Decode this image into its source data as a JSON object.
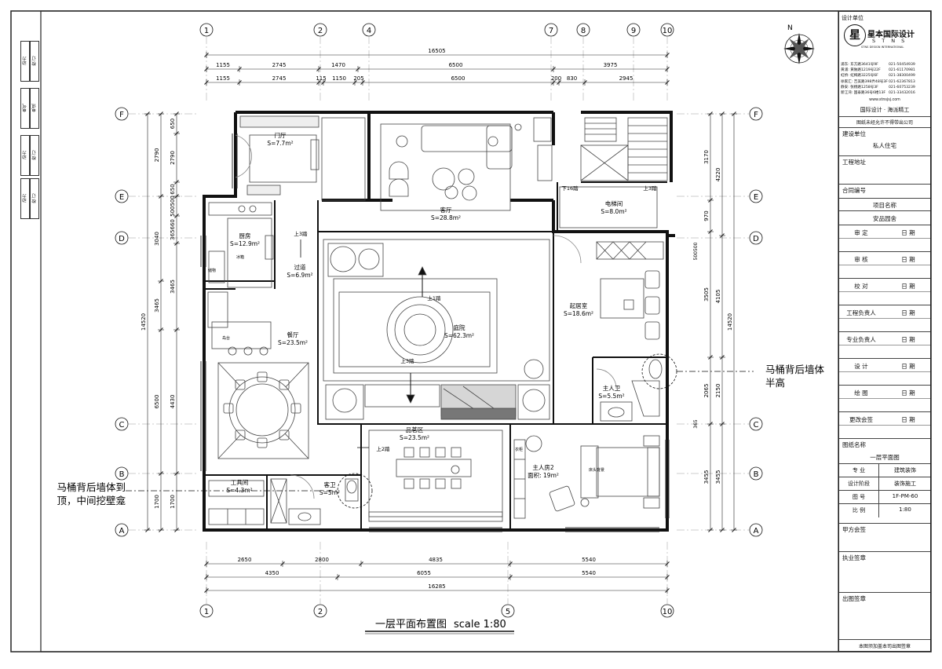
{
  "drawing": {
    "title": "一层平面布置图",
    "scale": "scale  1:80",
    "north_icon": "compass-north-icon",
    "north_label": "N",
    "grid_top": [
      "1",
      "2",
      "4",
      "7",
      "8",
      "9",
      "10"
    ],
    "grid_bottom": [
      "1",
      "2",
      "5",
      "10"
    ],
    "grid_left": [
      "F",
      "E",
      "D",
      "C",
      "B",
      "A"
    ],
    "grid_right": [
      "F",
      "E",
      "D",
      "C",
      "B",
      "A"
    ],
    "dims_top_total": "16505",
    "dims_top_row1": [
      "1155",
      "2745",
      "1470",
      "6500",
      "3975"
    ],
    "dims_top_row2": [
      "1155",
      "2745",
      "115",
      "1150",
      "205",
      "6500",
      "200",
      "830",
      "2945"
    ],
    "dims_bottom_row1": [
      "2650",
      "2800",
      "4835",
      "5540"
    ],
    "dims_bottom_row2": [
      "4350",
      "6055",
      "5540"
    ],
    "dims_bottom_total": "16285",
    "dims_left_total": "14520",
    "dims_left_outer": [
      "2790",
      "3040",
      "3465",
      "6500",
      "1700"
    ],
    "dims_left_inner": [
      "650",
      "2790",
      "650",
      "500500",
      "365660",
      "3465",
      "4430",
      "1700"
    ],
    "dims_right_total": "14520",
    "dims_right_outer": [
      "3170",
      "4220",
      "970",
      "3505",
      "4105",
      "2150",
      "2065",
      "3455",
      "3455"
    ],
    "dims_right_small": [
      "500500",
      "365"
    ],
    "rooms": [
      {
        "name": "门厅",
        "area": "S=7.7m²"
      },
      {
        "name": "客厅",
        "area": "S=28.8m²"
      },
      {
        "name": "电梯间",
        "area": "S=8.0m²"
      },
      {
        "name": "厨房",
        "area": "S=12.9m²"
      },
      {
        "name": "过道",
        "area": "S=6.9m²"
      },
      {
        "name": "庭院",
        "area": "S=62.3m²"
      },
      {
        "name": "起居室",
        "area": "S=18.6m²"
      },
      {
        "name": "餐厅",
        "area": "S=23.5m²"
      },
      {
        "name": "主人卫",
        "area": "S=5.5m²"
      },
      {
        "name": "品茗区",
        "area": "S=23.5m²"
      },
      {
        "name": "主人房2",
        "area": "面积: 19m²"
      },
      {
        "name": "工具间",
        "area": "S=4.3m²"
      },
      {
        "name": "客卫",
        "area": "S=5m²"
      }
    ],
    "step_labels": [
      "上3踏",
      "上1踏",
      "上3踏",
      "上2踏",
      "下16踏",
      "上3踏"
    ],
    "small_labels": [
      "岛台",
      "储物",
      "冰箱",
      "衣柜",
      "床头背景"
    ],
    "callouts": [
      {
        "text": "马桶背后墙体半高"
      },
      {
        "text": "马桶背后墙体到顶，中间挖壁龛"
      }
    ]
  },
  "title_block": {
    "design_unit_label": "设计单位",
    "logo_mark": "星",
    "company_name": "星本国际设计",
    "company_en": "S T N S",
    "tagline": "STNS  DESIGN  INTERNATIONAL",
    "addresses": [
      {
        "city": "浦东: 东方路3641号9F",
        "tel": "021-50454939"
      },
      {
        "city": "黄浦: 黄陂路1219号22F",
        "tel": "021-61170981"
      },
      {
        "city": "虹桥: 虹梅路3225号6F",
        "tel": "021-38300499"
      },
      {
        "city": "徐家汇: 吉美路398弄48号3F",
        "tel": "021-62367813"
      },
      {
        "city": "静安: 张杨路1258号3F",
        "tel": "021-60753239"
      },
      {
        "city": "新江湾: 国泰路36号6楼13F",
        "tel": "021-33432016"
      }
    ],
    "website": "www.stnsjsj.com",
    "brand_line": "国际设计 · 海派精工",
    "copyright": "图纸未经允许不得带出公司",
    "client_label": "建设单位",
    "client_value": "私人住宅",
    "project_address_label": "工程地址",
    "contract_no_label": "合同编号",
    "project_name_label": "项目名称",
    "project_name_value": "安品园舍",
    "sign_rows": [
      {
        "label": "审 定",
        "date": "日 期"
      },
      {
        "label": "审 核",
        "date": "日 期"
      },
      {
        "label": "校 对",
        "date": "日 期"
      },
      {
        "label": "工程负责人",
        "date": "日 期"
      },
      {
        "label": "专业负责人",
        "date": "日 期"
      },
      {
        "label": "设 计",
        "date": "日 期"
      },
      {
        "label": "绘 图",
        "date": "日 期"
      },
      {
        "label": "更改会签",
        "date": "日 期"
      }
    ],
    "drawing_name_label": "图纸名称",
    "drawing_name_value": "一层平面图",
    "specs": [
      {
        "label": "专 业",
        "value": "建筑装饰"
      },
      {
        "label": "设计阶段",
        "value": "装饰施工"
      },
      {
        "label": "图 号",
        "value": "1F-PM-60"
      },
      {
        "label": "比 例",
        "value": "1:80"
      }
    ],
    "party_a_label": "甲方会签",
    "license_label": "执业签章",
    "stamp_label": "出图签章",
    "footer_note": "本图须加盖本司出图签章"
  },
  "left_strip": [
    "动力",
    "校 订",
    "电气",
    "电讯",
    "动力",
    "校 订",
    "动力",
    "校 订"
  ]
}
